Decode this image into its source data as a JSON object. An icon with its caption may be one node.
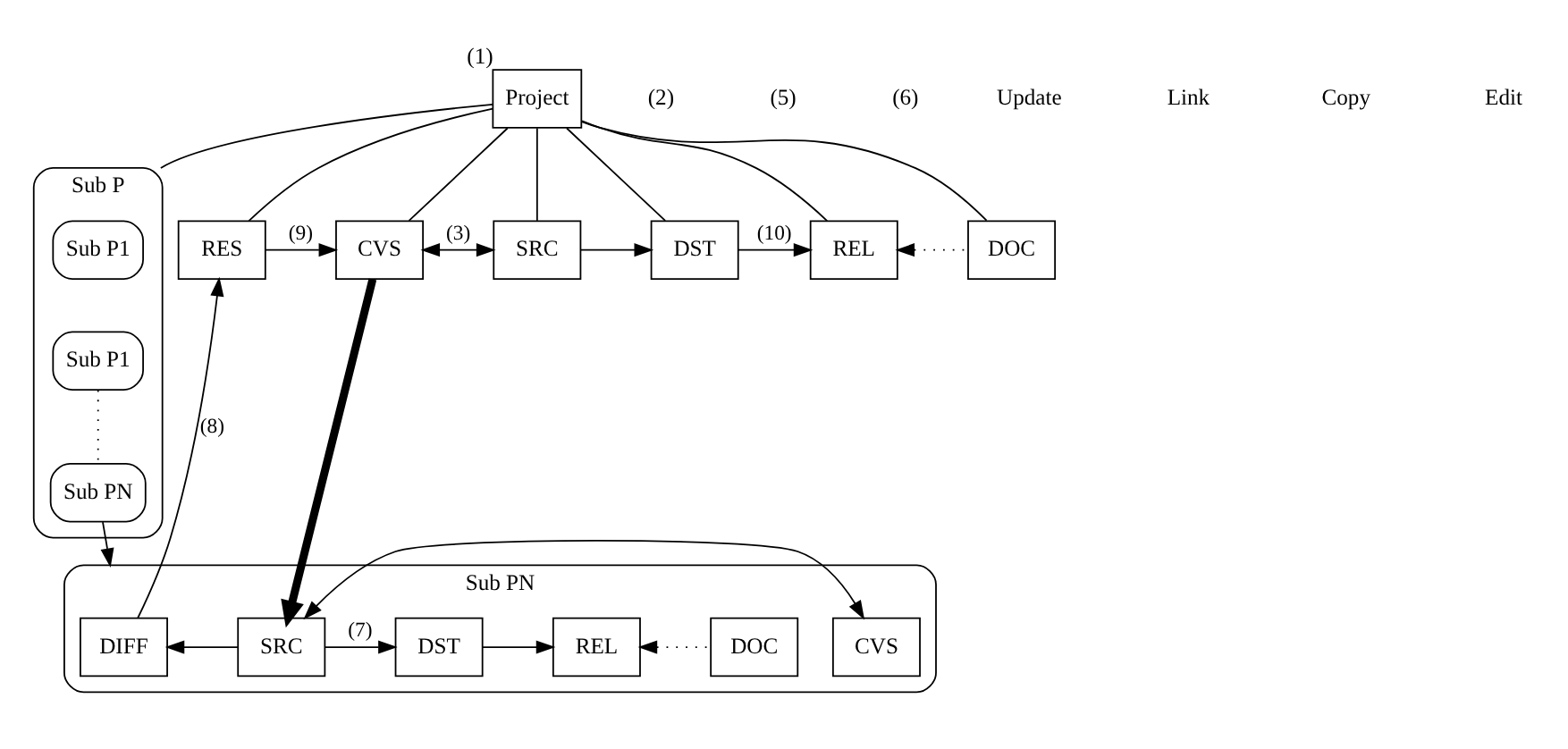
{
  "diagram": {
    "nodes": [
      {
        "text": [
          "Project"
        ],
        "beside": [
          "(1)"
        ]
      },
      {
        "text": [
          "Sub P"
        ]
      },
      {
        "text": [
          "Sub P1"
        ],
        "in": 1
      },
      {
        "text": [
          "Sub P1"
        ],
        "in": 1
      },
      {
        "text": [
          "Sub PN"
        ],
        "in": 1
      },
      {
        "text": [
          "RES"
        ]
      },
      {
        "text": [
          "CVS"
        ]
      },
      {
        "text": [
          "SRC"
        ]
      },
      {
        "text": [
          "DST"
        ]
      },
      {
        "text": [
          "REL"
        ]
      },
      {
        "text": [
          "DOC"
        ]
      },
      {
        "text": [
          "Sub PN"
        ]
      },
      {
        "text": [
          "DIFF"
        ],
        "in": 11
      },
      {
        "text": [
          "SRC"
        ],
        "in": 11
      },
      {
        "text": [
          "CVS"
        ],
        "in": 11
      },
      {
        "text": [
          "DST"
        ],
        "in": 11
      },
      {
        "text": [
          "REL"
        ],
        "in": 11
      },
      {
        "text": [
          "DOC"
        ],
        "in": 11
      }
    ],
    "edges": [
      {
        "from": 0,
        "to": 1,
        "arrow": "none"
      },
      {
        "from": 0,
        "to": 5,
        "arrow": "none"
      },
      {
        "from": 0,
        "to": 6,
        "arrow": "none"
      },
      {
        "from": 0,
        "to": 7,
        "arrow": "none"
      },
      {
        "from": 0,
        "to": 8,
        "arrow": "none"
      },
      {
        "from": 0,
        "to": 9,
        "arrow": "none"
      },
      {
        "from": 0,
        "to": 10,
        "arrow": "none"
      },
      {
        "from": 5,
        "to": 6,
        "arrow": "to",
        "label": "(9)"
      },
      {
        "from": 6,
        "to": 7,
        "arrow": "both",
        "label": "(3)"
      },
      {
        "from": 7,
        "to": 8,
        "arrow": "to"
      },
      {
        "from": 8,
        "to": 9,
        "arrow": "to",
        "label": "(10)"
      },
      {
        "from": 10,
        "to": 9,
        "arrow": "to",
        "style": "dashed"
      },
      {
        "from": 3,
        "to": 4,
        "arrow": "none",
        "style": "dashed"
      },
      {
        "from": 6,
        "to": 13,
        "arrow": "to",
        "style": "thick"
      },
      {
        "from": 4,
        "to": 11,
        "arrow": "to"
      },
      {
        "from": 12,
        "to": 5,
        "arrow": "to",
        "label": "(8)"
      },
      {
        "from": 13,
        "to": 12,
        "arrow": "to"
      },
      {
        "from": 13,
        "to": 14,
        "arrow": "both"
      },
      {
        "from": 13,
        "to": 15,
        "arrow": "to",
        "label": "(7)"
      },
      {
        "from": 15,
        "to": 16,
        "arrow": "to"
      },
      {
        "from": 17,
        "to": 16,
        "arrow": "to",
        "style": "dashed"
      }
    ],
    "labels": [
      "(2)",
      "(5)",
      "(6)"
    ],
    "legend": [
      {
        "text": "Update"
      },
      {
        "text": "Link"
      },
      {
        "text": "Copy"
      },
      {
        "text": "Edit"
      }
    ]
  }
}
